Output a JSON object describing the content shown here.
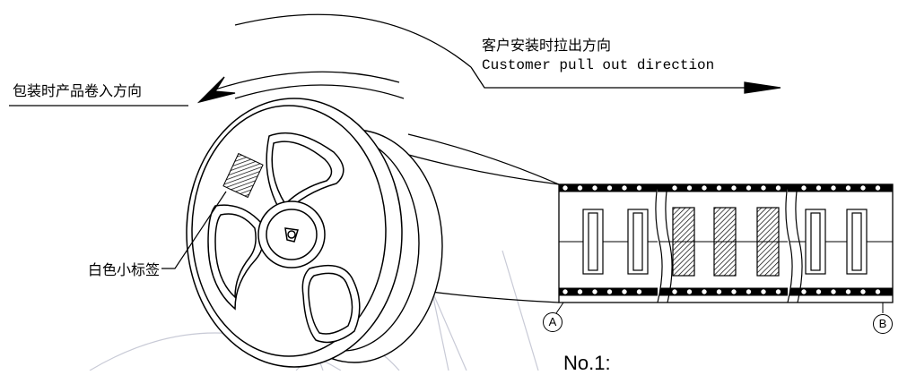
{
  "labels": {
    "pull_cn": "客户安装时拉出方向",
    "pull_en": "Customer pull out direction",
    "wind_cn": "包装时产品卷入方向",
    "white_label": "白色小标签",
    "marker_a": "A",
    "marker_b": "B",
    "heading": "No.1:"
  },
  "colors": {
    "ink": "#000000",
    "paper": "#ffffff",
    "ghost": "#c8cad6"
  }
}
